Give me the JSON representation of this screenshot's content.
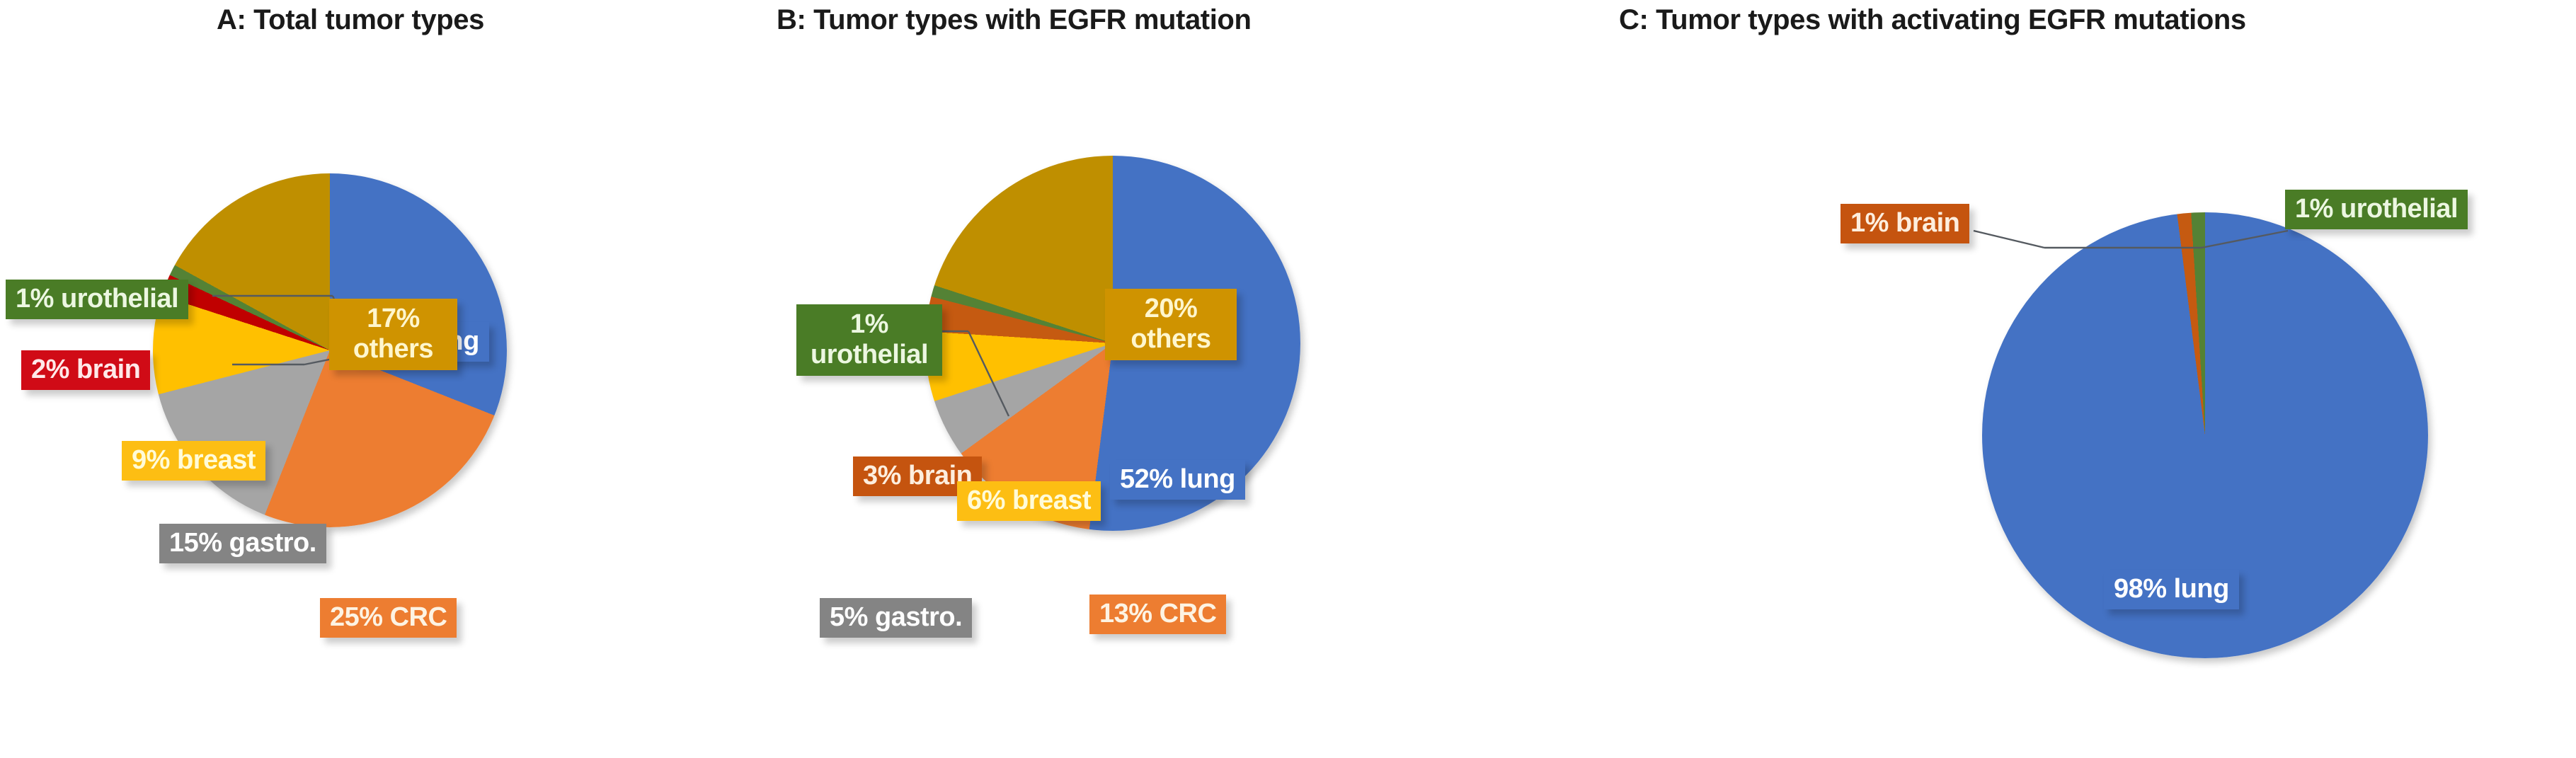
{
  "figure": {
    "background": "#ffffff",
    "palette": {
      "lung": "#4472c4",
      "crc": "#ed7d31",
      "gastro": "#a5a5a5",
      "breast": "#ffc000",
      "others": "#bf8f00",
      "urothelial": "#548235",
      "brain_a": "#c00000",
      "brain_bc": "#c55a11"
    }
  },
  "panels": [
    {
      "id": "A",
      "title": "A: Total tumor types"
    },
    {
      "id": "B",
      "title": "B: Tumor types with EGFR mutation"
    },
    {
      "id": "C",
      "title": "C: Tumor types with activating EGFR mutations"
    }
  ],
  "labels": {
    "a": {
      "lung": "31% lung",
      "crc": "25% CRC",
      "gastro": "15% gastro.",
      "breast": "9% breast",
      "others_pct": "17%",
      "others_name": "others",
      "urothelial": "1% urothelial",
      "brain": "2% brain"
    },
    "b": {
      "lung": "52% lung",
      "crc": "13% CRC",
      "gastro": "5% gastro.",
      "breast": "6% breast",
      "others_pct": "20%",
      "others_name": "others",
      "urothelial_pct": "1%",
      "urothelial_name": "urothelial",
      "brain": "3% brain"
    },
    "c": {
      "lung": "98% lung",
      "brain": "1% brain",
      "urothelial": "1% urothelial"
    }
  },
  "chart_data": [
    {
      "type": "pie",
      "title": "A: Total tumor types",
      "categories": [
        "lung",
        "CRC",
        "gastro.",
        "breast",
        "brain",
        "urothelial",
        "others"
      ],
      "values": [
        31,
        25,
        15,
        9,
        2,
        1,
        17
      ],
      "labels": [
        "31% lung",
        "25% CRC",
        "15% gastro.",
        "9% breast",
        "2% brain",
        "1% urothelial",
        "17% others"
      ],
      "colors": [
        "#4472c4",
        "#ed7d31",
        "#a5a5a5",
        "#ffc000",
        "#c00000",
        "#548235",
        "#bf8f00"
      ],
      "unit": "percent",
      "legend": "none",
      "start_angle_deg": 0
    },
    {
      "type": "pie",
      "title": "B: Tumor types with EGFR mutation",
      "categories": [
        "lung",
        "CRC",
        "gastro.",
        "breast",
        "brain",
        "urothelial",
        "others"
      ],
      "values": [
        52,
        13,
        5,
        6,
        3,
        1,
        20
      ],
      "labels": [
        "52% lung",
        "13% CRC",
        "5% gastro.",
        "6% breast",
        "3% brain",
        "1% urothelial",
        "20% others"
      ],
      "colors": [
        "#4472c4",
        "#ed7d31",
        "#a5a5a5",
        "#ffc000",
        "#c55a11",
        "#548235",
        "#bf8f00"
      ],
      "unit": "percent",
      "legend": "none",
      "start_angle_deg": 0
    },
    {
      "type": "pie",
      "title": "C: Tumor types with activating EGFR mutations",
      "categories": [
        "lung",
        "brain",
        "urothelial"
      ],
      "values": [
        98,
        1,
        1
      ],
      "labels": [
        "98% lung",
        "1% brain",
        "1% urothelial"
      ],
      "colors": [
        "#4472c4",
        "#c55a11",
        "#548235"
      ],
      "unit": "percent",
      "legend": "none",
      "start_angle_deg": 0
    }
  ]
}
